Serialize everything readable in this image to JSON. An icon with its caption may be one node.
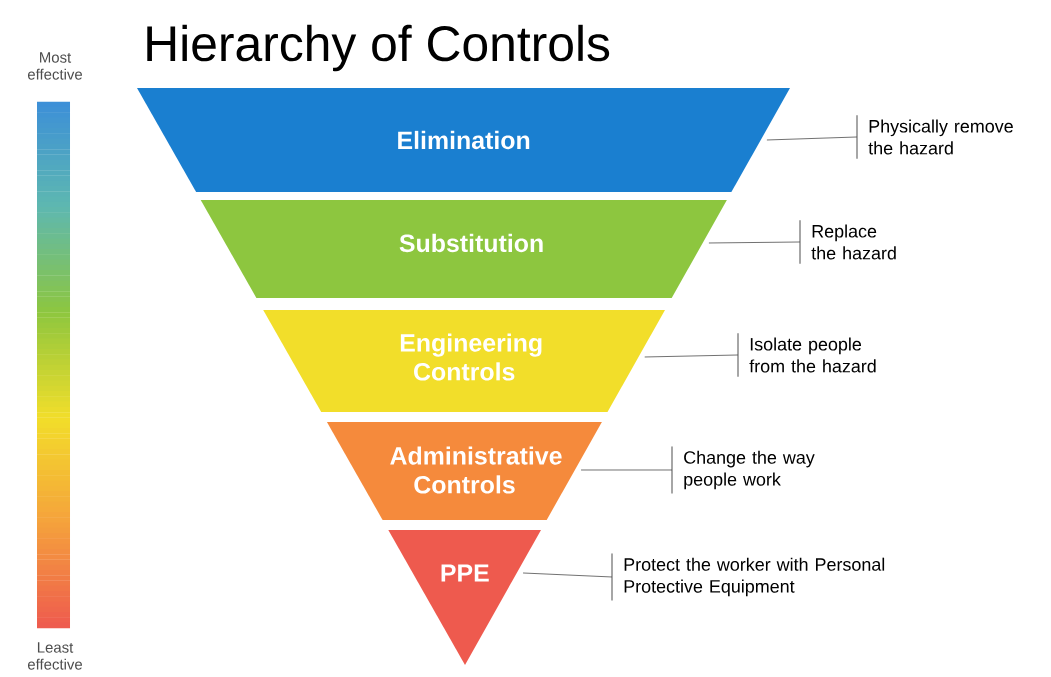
{
  "diagram": {
    "title": "Hierarchy of Controls",
    "nodes": [
      {
        "text": [
          "Elimination"
        ]
      },
      {
        "text": [
          "Substitution"
        ]
      },
      {
        "text": [
          "Engineering Controls"
        ]
      },
      {
        "text": [
          "Administrative Controls"
        ]
      },
      {
        "text": [
          "PPE"
        ]
      },
      {
        "text": [
          "Physically remove the hazard"
        ]
      },
      {
        "text": [
          "Replace the hazard"
        ]
      },
      {
        "text": [
          "Isolate people from the hazard"
        ]
      },
      {
        "text": [
          "Change the way people work"
        ]
      },
      {
        "text": [
          "Protect the worker with Personal Protective Equipment"
        ]
      }
    ],
    "edges": [
      {
        "from": 5,
        "to": 0,
        "arrow": "none"
      },
      {
        "from": 6,
        "to": 1,
        "arrow": "none"
      },
      {
        "from": 7,
        "to": 2,
        "arrow": "none"
      },
      {
        "from": 8,
        "to": 3,
        "arrow": "none"
      },
      {
        "from": 9,
        "to": 4,
        "arrow": "none"
      }
    ],
    "labels": [
      "Most effective",
      "Least effective"
    ]
  }
}
